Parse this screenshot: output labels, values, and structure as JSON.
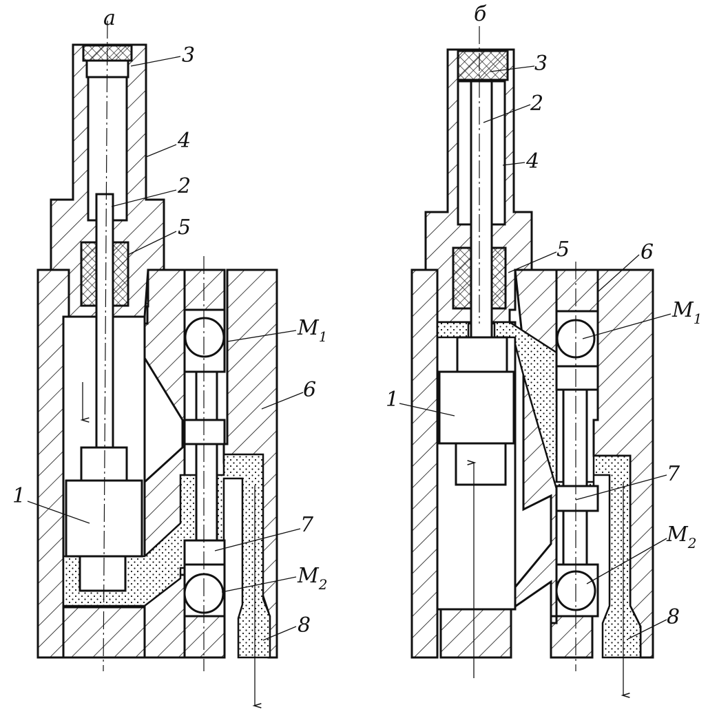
{
  "views": [
    {
      "id": "a",
      "letter": "а",
      "labels": {
        "l1": "1",
        "l2": "2",
        "l3": "3",
        "l4": "4",
        "l5": "5",
        "l6": "6",
        "l7": "7",
        "l8": "8",
        "m1": "M",
        "m1_sub": "1",
        "m2": "M",
        "m2_sub": "2"
      }
    },
    {
      "id": "b",
      "letter": "б",
      "labels": {
        "l1": "1",
        "l2": "2",
        "l3": "3",
        "l4": "4",
        "l5": "5",
        "l6": "6",
        "l7": "7",
        "l8": "8",
        "m1": "M",
        "m1_sub": "1",
        "m2": "M",
        "m2_sub": "2"
      }
    }
  ]
}
